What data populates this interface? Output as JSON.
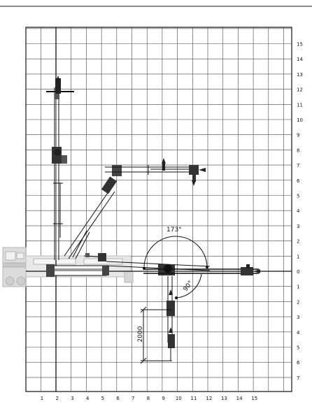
{
  "diagram": {
    "x_ticks": [
      "1",
      "2",
      "3",
      "4",
      "5",
      "6",
      "7",
      "8",
      "9",
      "10",
      "11",
      "12",
      "13",
      "14",
      "15"
    ],
    "y_ticks_up": [
      "15",
      "14",
      "13",
      "12",
      "11",
      "10",
      "9",
      "8",
      "7",
      "6",
      "5",
      "4",
      "3",
      "2",
      "1",
      "0"
    ],
    "y_ticks_down": [
      "1",
      "2",
      "3",
      "4",
      "5",
      "6",
      "7"
    ],
    "annotations": {
      "angle_large": "173°",
      "angle_small": "90°",
      "offset_length": "2000"
    },
    "colors": {
      "ink": "#111111",
      "grid": "#333333",
      "truck": "#bbbbbb"
    }
  }
}
